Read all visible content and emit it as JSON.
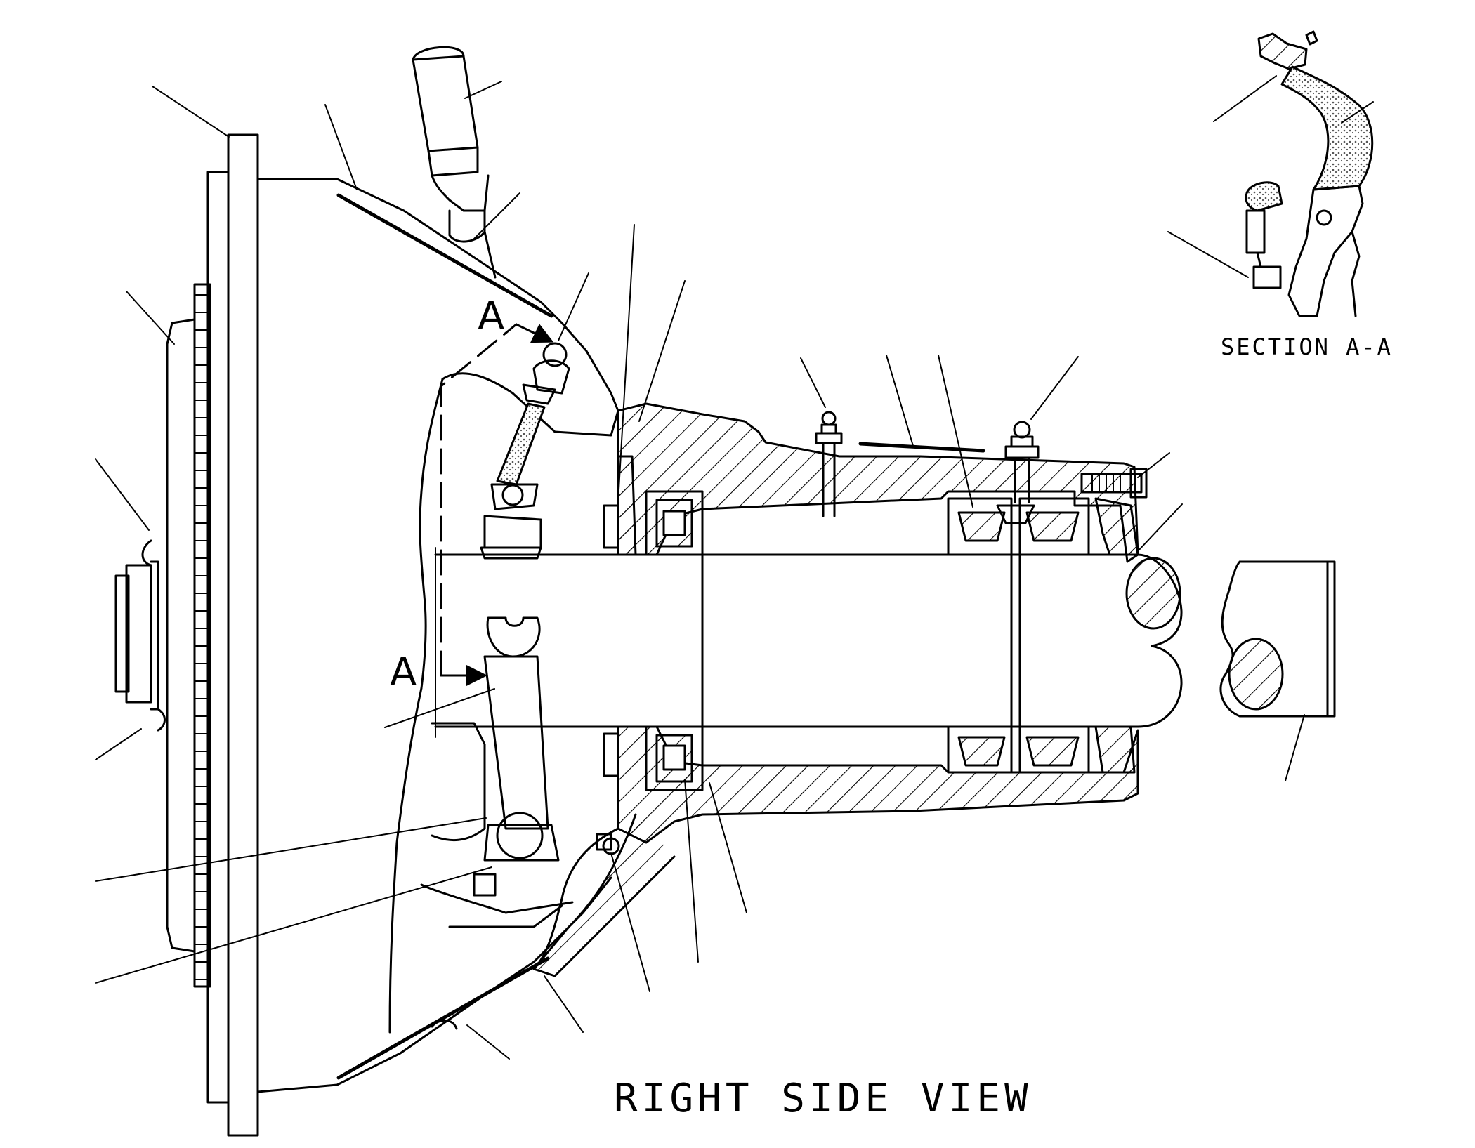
{
  "labels": {
    "section": "SECTION A-A",
    "view": "RIGHT SIDE VIEW",
    "section_marker_top": "A",
    "section_marker_bottom": "A"
  },
  "colors": {
    "line": "#000000",
    "background": "#ffffff",
    "dot_fill": "#6a6a6a"
  }
}
